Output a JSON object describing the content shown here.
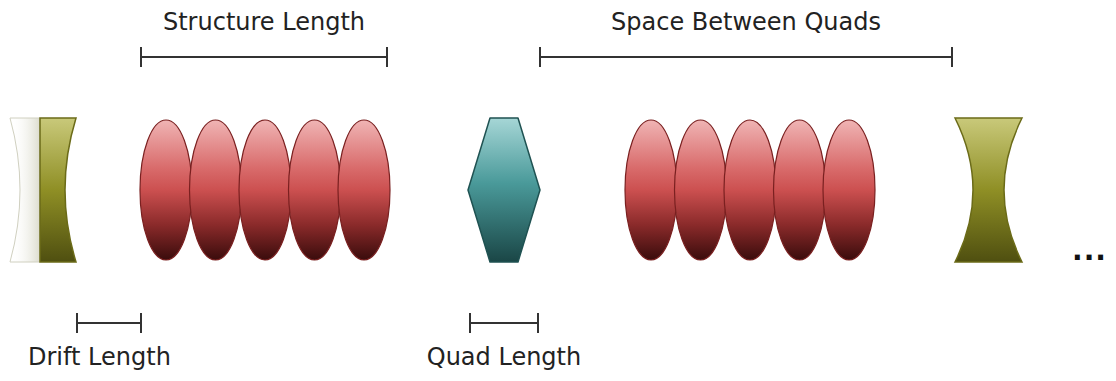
{
  "diagram": {
    "labels": [
      "Structure Length",
      "Space Between Quads",
      "Drift Length",
      "Quad Length",
      "..."
    ]
  }
}
